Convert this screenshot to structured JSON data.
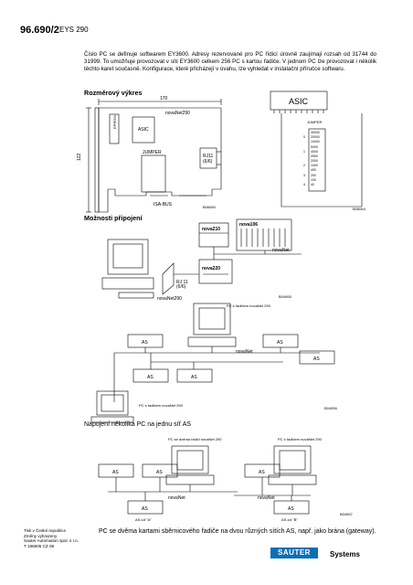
{
  "header": {
    "number": "96.690/2",
    "code": "EYS 290"
  },
  "intro": "Číslo PC se definuje softwarem EY3600. Adresy rezervované pro PC řídicí úrovně zaujímají rozsah od 31744 do 31999. To umožňuje provozovat v síti EY3600 celkem 256 PC s kartou řadiče. V jednom PC lze provozovat i několik těchto karet současně. Konfigurace, které přicházejí v úvahu, lze vyhledat v instalační příručce softwaru.",
  "sections": {
    "drawing": "Rozměrový výkres",
    "connections": "Možnosti připojení",
    "network": "Napojení několika PC na jednu síť AS"
  },
  "board": {
    "width_dim": "170",
    "height_dim": "122",
    "title": "novaNet290",
    "asic": "ASIC",
    "eprom": "EPROM",
    "jumper": "JUMPER",
    "rj11": "RJ11",
    "rj11_sub": "(6/6)",
    "bus": "ISA-BUS",
    "ref1": "B06060",
    "asic2": "ASIC",
    "jumper2": "JUMPER",
    "ref2": "B06064",
    "jumper_values": [
      "30000",
      "20000",
      "10000",
      "5000",
      "4000",
      "2500",
      "2000",
      "1000",
      "400",
      "200",
      "100",
      "40"
    ],
    "jumper_groups": [
      "0",
      "1",
      "2",
      "3",
      "4"
    ]
  },
  "connections": {
    "nova106": "nova106",
    "nova210": "nova210",
    "nova220": "nova220",
    "novanet": "novaNet",
    "rj11": "RJ 11",
    "rj11_sub": "(6/6)",
    "card": "novaNet290",
    "ref": "B04955"
  },
  "topology1": {
    "pc_label": "PC s řadičem novaNet 290",
    "as": "AS",
    "novanet": "novaNet",
    "pc_label2": "PC s řadičem novaNet 290",
    "ref": "B04956"
  },
  "topology2": {
    "pc1": "PC se dvěma řadiči novaNet 290",
    "pc2": "PC s řadičem novaNet 290",
    "as": "AS",
    "novanet": "novaNet",
    "net_a": "AS-síť \"A\"",
    "net_b": "AS-síť \"B\"",
    "ref": "B04957"
  },
  "caption": "PC se dvěma kartami sběrnicového řadiče na dvou různých sítích AS, např. jako brána (gateway).",
  "footer": {
    "line1": "Tisk v České republice",
    "line2": "Změny vyhrazeny",
    "line3": "Sauter Automation spol. s r.o.",
    "line4": "T 196606 CZ 08"
  },
  "brand": "SAUTER",
  "systems": "Systems"
}
